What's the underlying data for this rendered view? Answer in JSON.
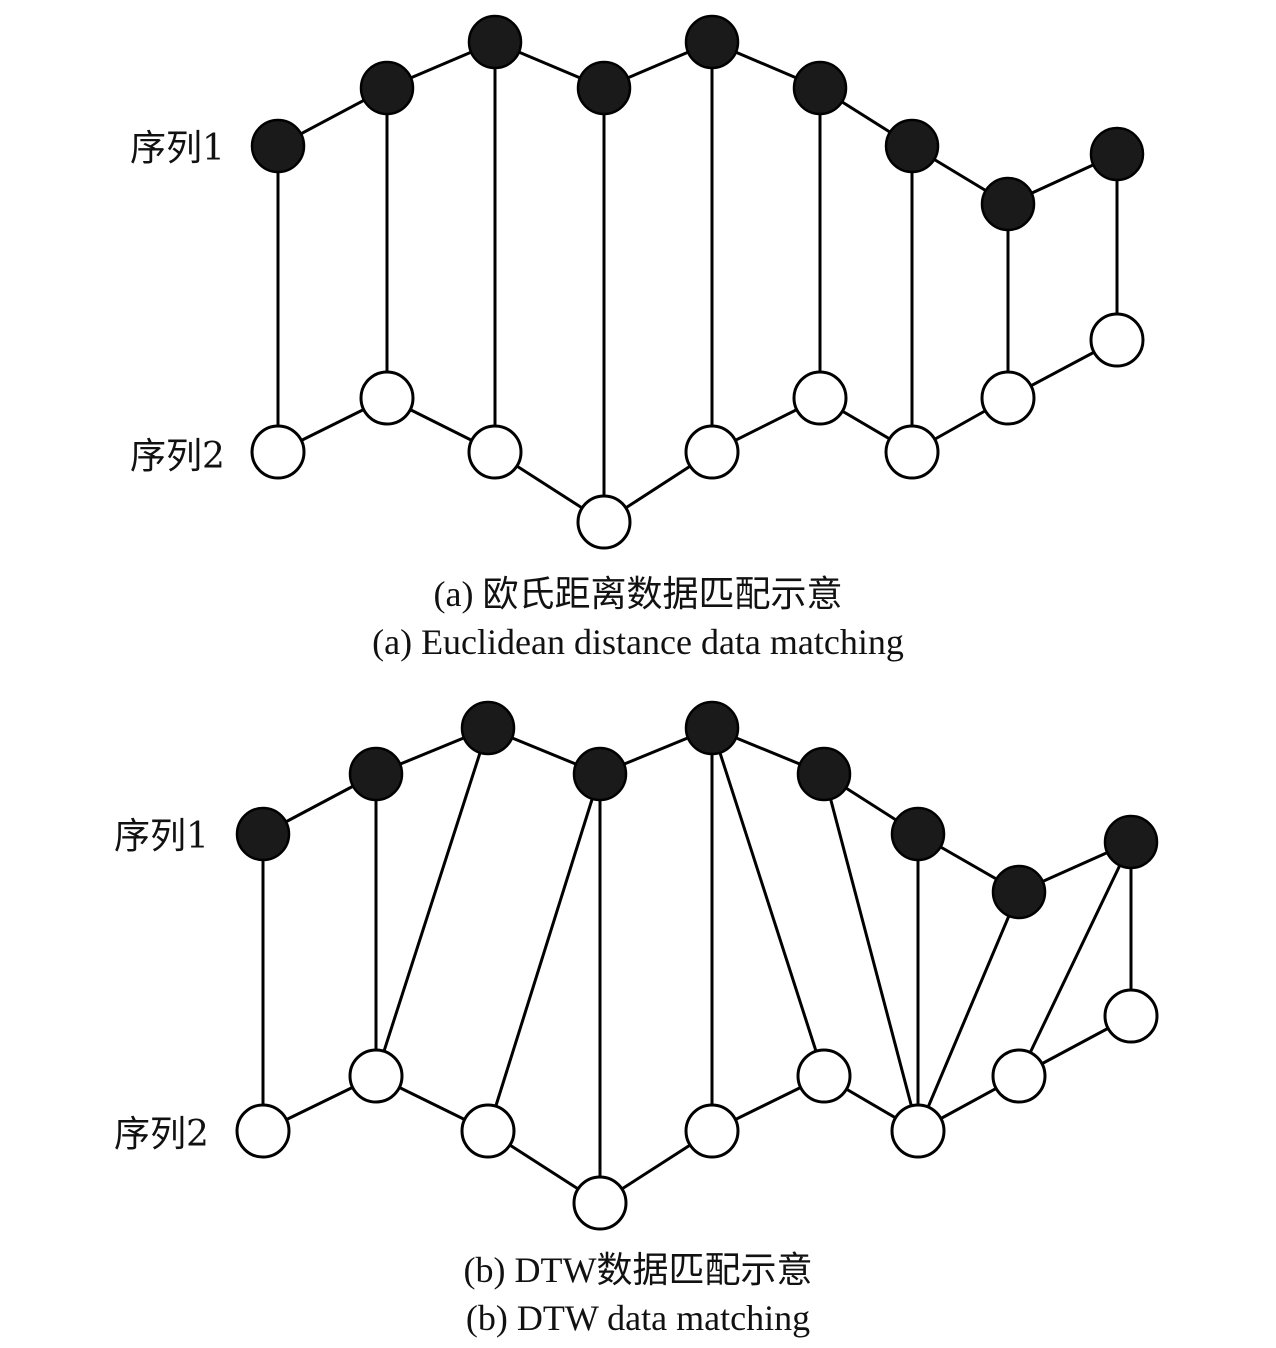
{
  "colors": {
    "stroke": "#000000",
    "filled_node": "#1a1a1a",
    "hollow_node": "#ffffff",
    "text": "#111111"
  },
  "panels": [
    {
      "id": "a",
      "series1_label": "序列1",
      "series2_label": "序列2",
      "caption_cn": "(a) 欧氏距离数据匹配示意",
      "caption_en": "(a) Euclidean distance data matching",
      "matching": [
        [
          0,
          0
        ],
        [
          1,
          1
        ],
        [
          2,
          2
        ],
        [
          3,
          3
        ],
        [
          4,
          4
        ],
        [
          5,
          5
        ],
        [
          6,
          6
        ],
        [
          7,
          7
        ],
        [
          8,
          8
        ]
      ]
    },
    {
      "id": "b",
      "series1_label": "序列1",
      "series2_label": "序列2",
      "caption_cn": "(b) DTW数据匹配示意",
      "caption_en": "(b) DTW data matching",
      "matching": [
        [
          0,
          0
        ],
        [
          1,
          1
        ],
        [
          2,
          1
        ],
        [
          3,
          2
        ],
        [
          3,
          3
        ],
        [
          4,
          4
        ],
        [
          4,
          5
        ],
        [
          5,
          6
        ],
        [
          6,
          6
        ],
        [
          7,
          6
        ],
        [
          8,
          7
        ],
        [
          8,
          8
        ]
      ]
    }
  ]
}
